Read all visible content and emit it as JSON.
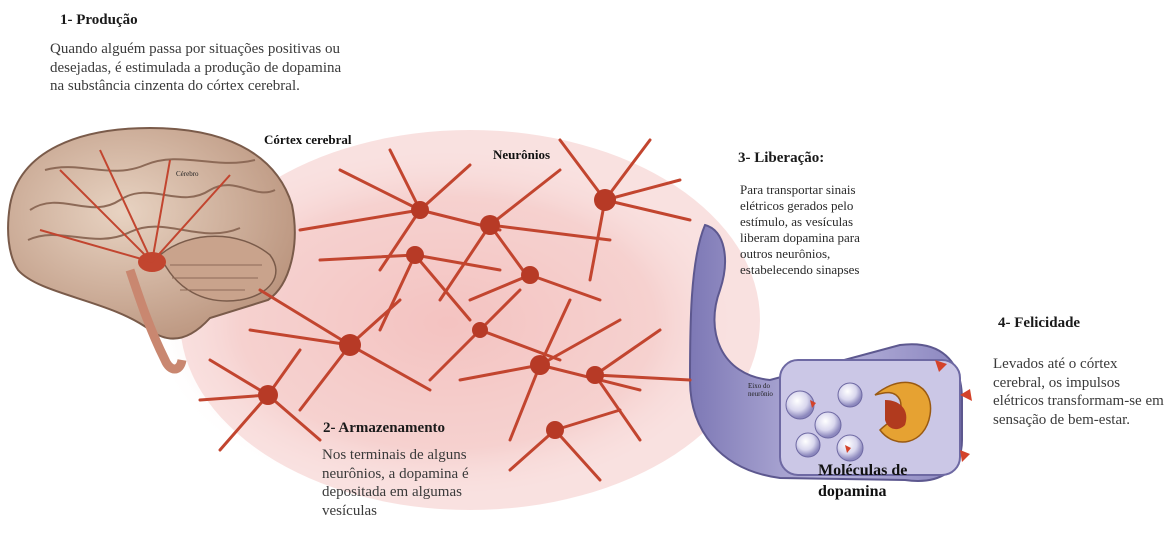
{
  "step1": {
    "title": "1- Produção",
    "text": "Quando alguém passa por situações positivas ou desejadas, é estimulada a produção de dopamina na substância cinzenta do córtex cerebral."
  },
  "step2": {
    "title": "2- Armazenamento",
    "text": "Nos terminais de alguns neurônios, a dopamina é depositada em algumas vesículas"
  },
  "step3": {
    "title": "3- Liberação:",
    "text": "Para transportar sinais elétricos gerados pelo estímulo, as vesículas liberam dopamina para outros neurônios, estabelecendo sinapses"
  },
  "step4": {
    "title": "4- Felicidade",
    "text": "Levados até o córtex cerebral, os impulsos elétricos transformam-se em sensação de bem-estar."
  },
  "labels": {
    "cortex": "Córtex cerebral",
    "neurons": "Neurônios",
    "molecules": "Moléculas de dopamina",
    "brain_small": "Cérebro",
    "axon_small": "Eixo do neurônio"
  },
  "colors": {
    "background_glow": "#f3c6c4",
    "neuron": "#c2452f",
    "axon_tube": "#9c97c8",
    "brain": "#d9b9a3"
  }
}
